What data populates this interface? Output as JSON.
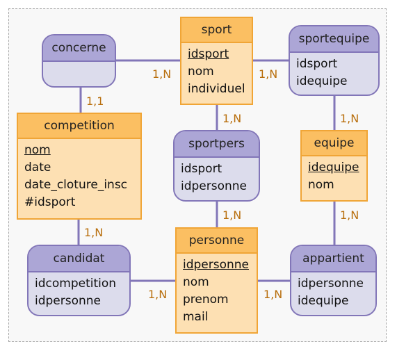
{
  "entities": {
    "sport": {
      "name": "sport",
      "key": "idsport",
      "attrs": [
        "nom",
        "individuel"
      ]
    },
    "competition": {
      "name": "competition",
      "key": "nom",
      "attrs": [
        "date",
        "date_cloture_insc",
        "#idsport"
      ]
    },
    "equipe": {
      "name": "equipe",
      "key": "idequipe",
      "attrs": [
        "nom"
      ]
    },
    "personne": {
      "name": "personne",
      "key": "idpersonne",
      "attrs": [
        "nom",
        "prenom",
        "mail"
      ]
    }
  },
  "associations": {
    "concerne": {
      "name": "concerne",
      "attrs": []
    },
    "sportequipe": {
      "name": "sportequipe",
      "attrs": [
        "idsport",
        "idequipe"
      ]
    },
    "sportpers": {
      "name": "sportpers",
      "attrs": [
        "idsport",
        "idpersonne"
      ]
    },
    "candidat": {
      "name": "candidat",
      "attrs": [
        "idcompetition",
        "idpersonne"
      ]
    },
    "appartient": {
      "name": "appartient",
      "attrs": [
        "idpersonne",
        "idequipe"
      ]
    }
  },
  "cardinalities": {
    "concerne_sport": "1,N",
    "concerne_competition": "1,1",
    "sportequipe_sport": "1,N",
    "sportequipe_equipe": "1,N",
    "sportpers_sport": "1,N",
    "sportpers_personne": "1,N",
    "candidat_competition": "1,N",
    "candidat_personne": "1,N",
    "appartient_personne": "1,N",
    "appartient_equipe": "1,N"
  },
  "colors": {
    "entity_header": "#fbbf62",
    "entity_body": "#fde0b3",
    "entity_border": "#f0a536",
    "assoc_header": "#aca6d6",
    "assoc_body": "#dcdcec",
    "assoc_border": "#8276b8",
    "cardinality_text": "#b86e0c"
  }
}
